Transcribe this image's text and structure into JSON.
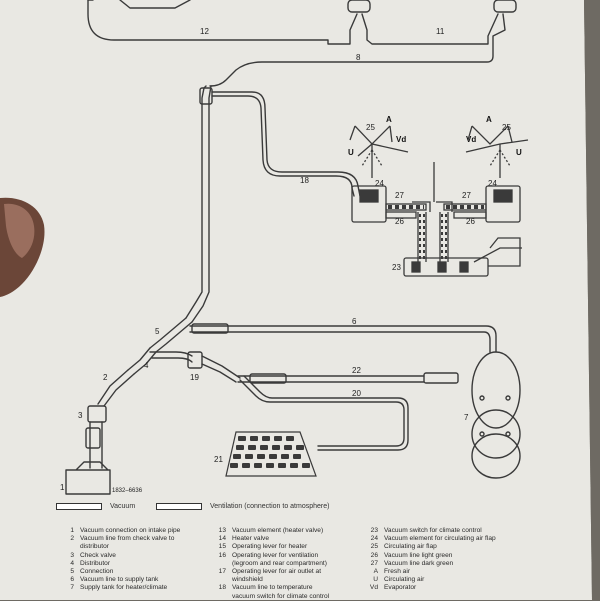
{
  "colors": {
    "background": "#6e6a63",
    "paper": "#e9e8e3",
    "line": "#3a3a3a"
  },
  "callouts": {
    "n12": "12",
    "n11": "11",
    "n8": "8",
    "n18": "18",
    "n25a": "25",
    "n25b": "25",
    "n24a": "24",
    "n24b": "24",
    "n27a": "27",
    "n27b": "27",
    "n26a": "26",
    "n26b": "26",
    "n23": "23",
    "n6": "6",
    "n5": "5",
    "n4": "4",
    "n19": "19",
    "n22": "22",
    "n20": "20",
    "n2": "2",
    "n3": "3",
    "n7": "7",
    "n21": "21",
    "n1": "1",
    "A1": "A",
    "U1": "U",
    "Vd1": "Vd",
    "A2": "A",
    "U2": "U",
    "Vd2": "Vd",
    "code": "1832–6636"
  },
  "legend": {
    "vacuum": "Vacuum",
    "ventilation": "Ventilation (connection to atmosphere)"
  },
  "key": {
    "col1": [
      {
        "n": "1",
        "t": "Vacuum connection on intake pipe"
      },
      {
        "n": "2",
        "t": "Vacuum line from check valve to"
      },
      {
        "n": "",
        "t": "distributor"
      },
      {
        "n": "3",
        "t": "Check valve"
      },
      {
        "n": "4",
        "t": "Distributor"
      },
      {
        "n": "5",
        "t": "Connection"
      },
      {
        "n": "6",
        "t": "Vacuum line to supply tank"
      },
      {
        "n": "7",
        "t": "Supply tank for heater/climate"
      }
    ],
    "col2": [
      {
        "n": "13",
        "t": "Vacuum element (heater valve)"
      },
      {
        "n": "14",
        "t": "Heater valve"
      },
      {
        "n": "15",
        "t": "Operating lever for heater"
      },
      {
        "n": "16",
        "t": "Operating lever for ventilation"
      },
      {
        "n": "",
        "t": "(legroom and rear compartment)"
      },
      {
        "n": "17",
        "t": "Operating lever for air outlet at"
      },
      {
        "n": "",
        "t": "windshield"
      },
      {
        "n": "18",
        "t": "Vacuum line to temperature"
      },
      {
        "n": "",
        "t": "vacuum switch for climate control"
      }
    ],
    "col3": [
      {
        "n": "23",
        "t": "Vacuum switch for climate control"
      },
      {
        "n": "24",
        "t": "Vacuum element for circulating air flap"
      },
      {
        "n": "25",
        "t": "Circulating air flap"
      },
      {
        "n": "26",
        "t": "Vacuum line light green"
      },
      {
        "n": "27",
        "t": "Vacuum line dark green"
      },
      {
        "n": "",
        "t": ""
      },
      {
        "n": "A",
        "t": "Fresh air"
      },
      {
        "n": "U",
        "t": "Circulating air"
      },
      {
        "n": "Vd",
        "t": "Evaporator"
      }
    ]
  }
}
